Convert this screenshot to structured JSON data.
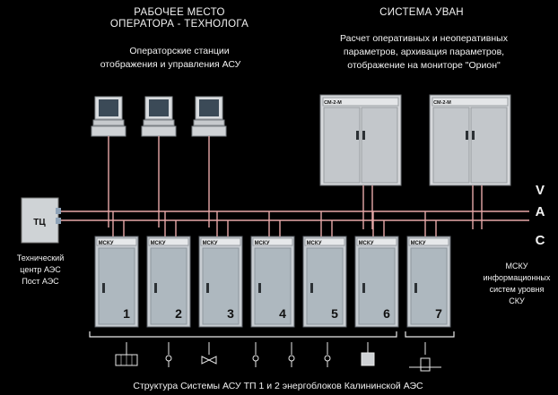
{
  "left_header": {
    "line1": "РАБОЧЕЕ МЕСТО",
    "line2": "ОПЕРАТОРА - ТЕХНОЛОГА",
    "sub1": "Операторские станции",
    "sub2": "отображения и управления АСУ"
  },
  "right_header": {
    "title": "СИСТЕМА УВАН",
    "line1": "Расчет оперативных и неоперативных",
    "line2": "параметров, архивация параметров,",
    "line3": "отображение на мониторе \"Орион\""
  },
  "tc": {
    "label": "ТЦ",
    "caption1": "Технический",
    "caption2": "центр АЭС",
    "caption3": "Пост АЭС"
  },
  "bus": {
    "top_label": "V",
    "mid_label": "A",
    "bottom_label": "C"
  },
  "servers": [
    {
      "label": "СМ-2-М"
    },
    {
      "label": "СМ-2-М"
    }
  ],
  "cabinets": [
    {
      "label": "МСКУ",
      "number": "1"
    },
    {
      "label": "МСКУ",
      "number": "2"
    },
    {
      "label": "МСКУ",
      "number": "3"
    },
    {
      "label": "МСКУ",
      "number": "4"
    },
    {
      "label": "МСКУ",
      "number": "5"
    },
    {
      "label": "МСКУ",
      "number": "6"
    },
    {
      "label": "МСКУ",
      "number": "7"
    }
  ],
  "right_note": {
    "line1": "МСКУ",
    "line2": "информационных",
    "line3": "систем уровня",
    "line4": "СКУ"
  },
  "footer": "Структура Системы АСУ ТП 1 и 2 энергоблоков Калининской АЭС",
  "colors": {
    "bus_line": "#e8a8a8",
    "cabinet_fill": "#c8cdd2",
    "cabinet_door": "#aeb8bf",
    "server_fill": "#d7d9dc",
    "text": "#f2f2f2",
    "background": "#000000"
  },
  "icons": {
    "monitor": "workstation-monitor-icon",
    "field_devices": [
      "grid-device-icon",
      "sensor-icon",
      "valve-icon",
      "sensor-icon",
      "sensor-icon",
      "sensor-icon",
      "actuator-icon",
      "damper-icon"
    ]
  }
}
